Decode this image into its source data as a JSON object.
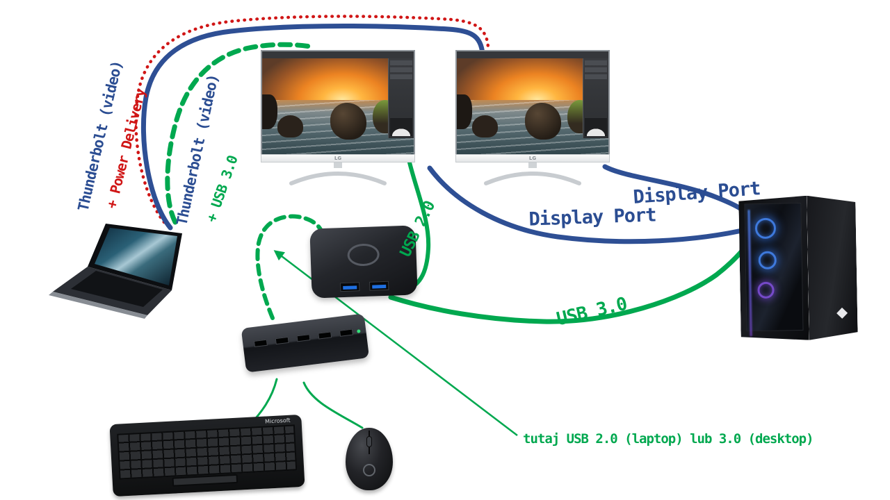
{
  "colors": {
    "blue": "#2e4f94",
    "red": "#d01616",
    "green": "#00a84f"
  },
  "labels": {
    "thunderbolt_pd_line1": "Thunderbolt (video)",
    "thunderbolt_pd_line2": "+ Power Delivery",
    "thunderbolt_usb_line1": "Thunderbolt (video)",
    "thunderbolt_usb_line2": "+ USB 3.0",
    "usb20_vertical": "USB 2.0",
    "display_port_upper": "Display Port",
    "display_port_lower": "Display Port",
    "usb30_to_desktop": "USB 3.0",
    "hub_note": "tutaj USB 2.0 (laptop) lub 3.0 (desktop)"
  },
  "devices": {
    "laptop": {
      "name": "laptop"
    },
    "monitor_left": {
      "brand": "LG"
    },
    "monitor_right": {
      "brand": "LG"
    },
    "desktop_pc": {
      "name": "desktop PC tower"
    },
    "usb_switch": {
      "name": "USB switch"
    },
    "usb_hub": {
      "name": "USB hub"
    },
    "keyboard": {
      "brand": "Microsoft"
    },
    "mouse": {
      "name": "mouse"
    }
  },
  "connections": [
    {
      "from": "laptop",
      "to": "right monitor",
      "label": "Thunderbolt (video) + Power Delivery",
      "line": "blue solid with red dotted"
    },
    {
      "from": "laptop",
      "to": "left monitor",
      "label": "Thunderbolt (video) + USB 3.0",
      "line": "green dashed"
    },
    {
      "from": "left monitor",
      "to": "USB switch",
      "label": "USB 2.0",
      "line": "green solid"
    },
    {
      "from": "right monitor",
      "to": "desktop PC",
      "label": "Display Port",
      "line": "blue solid"
    },
    {
      "from": "left monitor",
      "to": "desktop PC",
      "label": "Display Port",
      "line": "blue solid"
    },
    {
      "from": "USB switch",
      "to": "desktop PC",
      "label": "USB 3.0",
      "line": "green solid"
    },
    {
      "from": "USB hub",
      "to": "USB switch",
      "label": "tutaj USB 2.0 (laptop) lub 3.0 (desktop)",
      "line": "green dashed"
    },
    {
      "from": "USB hub",
      "to": "keyboard",
      "label": "",
      "line": "green solid"
    },
    {
      "from": "USB hub",
      "to": "mouse",
      "label": "",
      "line": "green solid"
    }
  ]
}
